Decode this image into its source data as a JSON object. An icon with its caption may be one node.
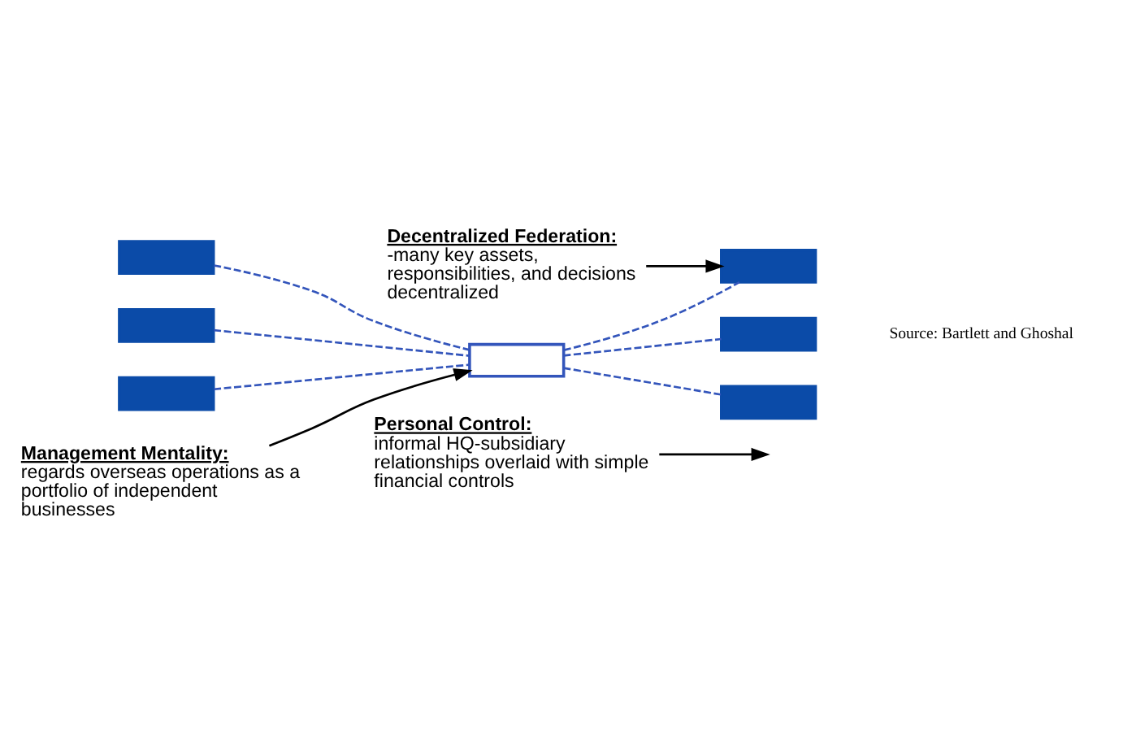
{
  "diagram": {
    "nodes": [
      {
        "text": [
          "Decentralized Federation:",
          "-many key assets, responsibilities, and decisions decentralized"
        ]
      },
      {
        "text": [],
        "shape": "box"
      },
      {
        "text": [],
        "shape": "box"
      },
      {
        "text": [],
        "shape": "box"
      },
      {
        "text": [],
        "shape": "box"
      },
      {
        "text": [],
        "shape": "box"
      },
      {
        "text": [],
        "shape": "box"
      },
      {
        "text": [],
        "shape": "box"
      },
      {
        "text": [
          "Management Mentality:",
          "regards overseas operations as a portfolio of independent businesses"
        ]
      },
      {
        "text": [
          "Personal Control:",
          "informal HQ-subsidiary relationships overlaid with simple financial controls"
        ]
      }
    ],
    "edges": [
      {
        "from": 3,
        "to": 4,
        "arrow": "none",
        "style": "dashed"
      },
      {
        "from": 1,
        "to": 4,
        "arrow": "none",
        "style": "dashed"
      },
      {
        "from": 6,
        "to": 4,
        "arrow": "none",
        "style": "dashed"
      },
      {
        "from": 4,
        "to": 2,
        "arrow": "none",
        "style": "dashed"
      },
      {
        "from": 4,
        "to": 7,
        "arrow": "none",
        "style": "dashed"
      },
      {
        "from": 4,
        "to": 5,
        "arrow": "none",
        "style": "dashed"
      },
      {
        "from": 0,
        "to": 2,
        "arrow": "to",
        "color": "#000000"
      },
      {
        "from": 8,
        "to": 4,
        "arrow": "to",
        "color": "#000000"
      },
      {
        "from": 9,
        "to": null,
        "arrow": "to",
        "color": "#000000"
      }
    ],
    "labels": [
      "Source: Bartlett and Ghoshal"
    ]
  }
}
